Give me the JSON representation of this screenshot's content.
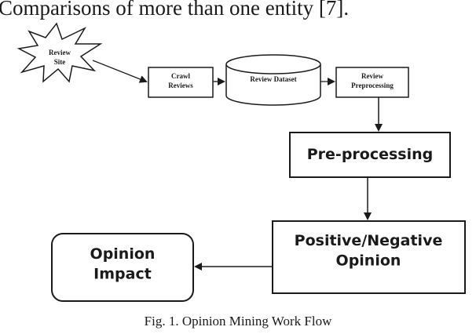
{
  "header_text": "Comparisons of more than one entity [7].",
  "diagram": {
    "review_site": "Review\nSite",
    "crawl_reviews": "Crawl\nReviews",
    "review_dataset": "Review Dataset",
    "review_preprocessing": "Review\nPreprocessing",
    "preprocessing": "Pre-processing",
    "positive_negative_opinion": "Positive/Negative\nOpinion",
    "opinion_impact": "Opinion\nImpact"
  },
  "caption": "Fig. 1. Opinion Mining Work Flow"
}
